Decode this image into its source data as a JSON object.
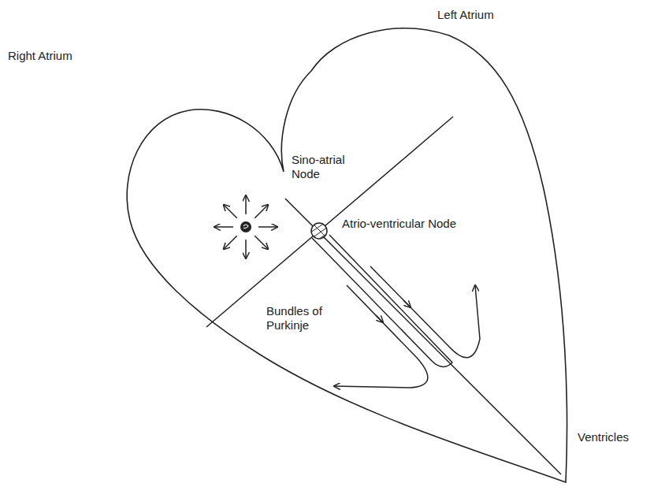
{
  "diagram": {
    "labels": [
      "Left Atrium",
      "Right Atrium",
      "Sino-atrial Node",
      "Atrio-ventricular Node",
      "Bundles of Purkinje",
      "Ventricles"
    ]
  }
}
